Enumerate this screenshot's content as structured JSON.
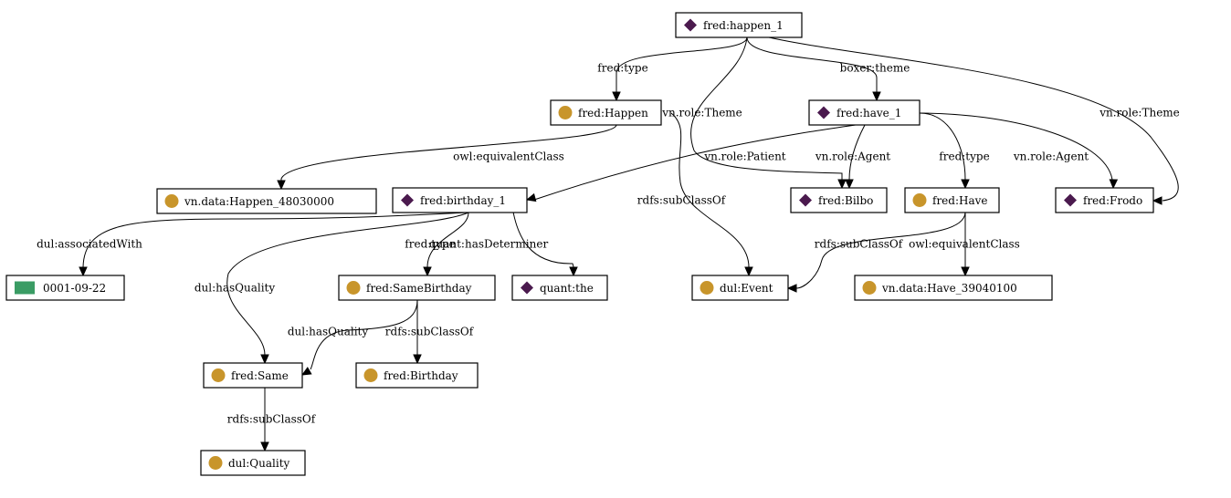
{
  "colors": {
    "instance": "#4b1a4e",
    "class": "#c8952b",
    "literal": "#3a9c64"
  },
  "nodes": {
    "happen_1": {
      "label": "fred:happen_1",
      "kind": "instance",
      "icon": "diamond-icon"
    },
    "Happen": {
      "label": "fred:Happen",
      "kind": "class",
      "icon": "circle-icon"
    },
    "have_1": {
      "label": "fred:have_1",
      "kind": "instance",
      "icon": "diamond-icon"
    },
    "Happen_48030000": {
      "label": "vn.data:Happen_48030000",
      "kind": "class",
      "icon": "circle-icon"
    },
    "birthday_1": {
      "label": "fred:birthday_1",
      "kind": "instance",
      "icon": "diamond-icon"
    },
    "Bilbo": {
      "label": "fred:Bilbo",
      "kind": "instance",
      "icon": "diamond-icon"
    },
    "Have": {
      "label": "fred:Have",
      "kind": "class",
      "icon": "circle-icon"
    },
    "Frodo": {
      "label": "fred:Frodo",
      "kind": "instance",
      "icon": "diamond-icon"
    },
    "date": {
      "label": "0001-09-22",
      "kind": "literal",
      "icon": "rectangle-icon"
    },
    "SameBirthday": {
      "label": "fred:SameBirthday",
      "kind": "class",
      "icon": "circle-icon"
    },
    "the": {
      "label": "quant:the",
      "kind": "instance",
      "icon": "diamond-icon"
    },
    "Event": {
      "label": "dul:Event",
      "kind": "class",
      "icon": "circle-icon"
    },
    "Have_39040100": {
      "label": "vn.data:Have_39040100",
      "kind": "class",
      "icon": "circle-icon"
    },
    "Same": {
      "label": "fred:Same",
      "kind": "class",
      "icon": "circle-icon"
    },
    "Birthday": {
      "label": "fred:Birthday",
      "kind": "class",
      "icon": "circle-icon"
    },
    "Quality": {
      "label": "dul:Quality",
      "kind": "class",
      "icon": "circle-icon"
    }
  },
  "edges": [
    {
      "id": "e1",
      "from": "happen_1",
      "to": "Happen",
      "label": "fred:type"
    },
    {
      "id": "e2",
      "from": "happen_1",
      "to": "have_1",
      "label": "boxer:theme"
    },
    {
      "id": "e3",
      "from": "happen_1",
      "to": "Frodo",
      "label": "vn.role:Theme"
    },
    {
      "id": "e4",
      "from": "happen_1",
      "to": "Bilbo",
      "label": "vn.role:Theme"
    },
    {
      "id": "e5",
      "from": "Happen",
      "to": "Happen_48030000",
      "label": "owl:equivalentClass"
    },
    {
      "id": "e6",
      "from": "Happen",
      "to": "Event",
      "label": "rdfs:subClassOf"
    },
    {
      "id": "e7",
      "from": "have_1",
      "to": "birthday_1",
      "label": "vn.role:Patient"
    },
    {
      "id": "e8",
      "from": "have_1",
      "to": "Bilbo",
      "label": "vn.role:Agent"
    },
    {
      "id": "e9",
      "from": "have_1",
      "to": "Have",
      "label": "fred:type"
    },
    {
      "id": "e10",
      "from": "have_1",
      "to": "Frodo",
      "label": "vn.role:Agent"
    },
    {
      "id": "e11",
      "from": "birthday_1",
      "to": "date",
      "label": "dul:associatedWith"
    },
    {
      "id": "e12",
      "from": "birthday_1",
      "to": "SameBirthday",
      "label": "fred:type"
    },
    {
      "id": "e13",
      "from": "birthday_1",
      "to": "the",
      "label": "quant:hasDeterminer"
    },
    {
      "id": "e14",
      "from": "birthday_1",
      "to": "Same",
      "label": "dul:hasQuality"
    },
    {
      "id": "e15",
      "from": "Have",
      "to": "Event",
      "label": "rdfs:subClassOf"
    },
    {
      "id": "e16",
      "from": "Have",
      "to": "Have_39040100",
      "label": "owl:equivalentClass"
    },
    {
      "id": "e17",
      "from": "SameBirthday",
      "to": "Same",
      "label": "dul:hasQuality"
    },
    {
      "id": "e18",
      "from": "SameBirthday",
      "to": "Birthday",
      "label": "rdfs:subClassOf"
    },
    {
      "id": "e19",
      "from": "Same",
      "to": "Quality",
      "label": "rdfs:subClassOf"
    }
  ]
}
